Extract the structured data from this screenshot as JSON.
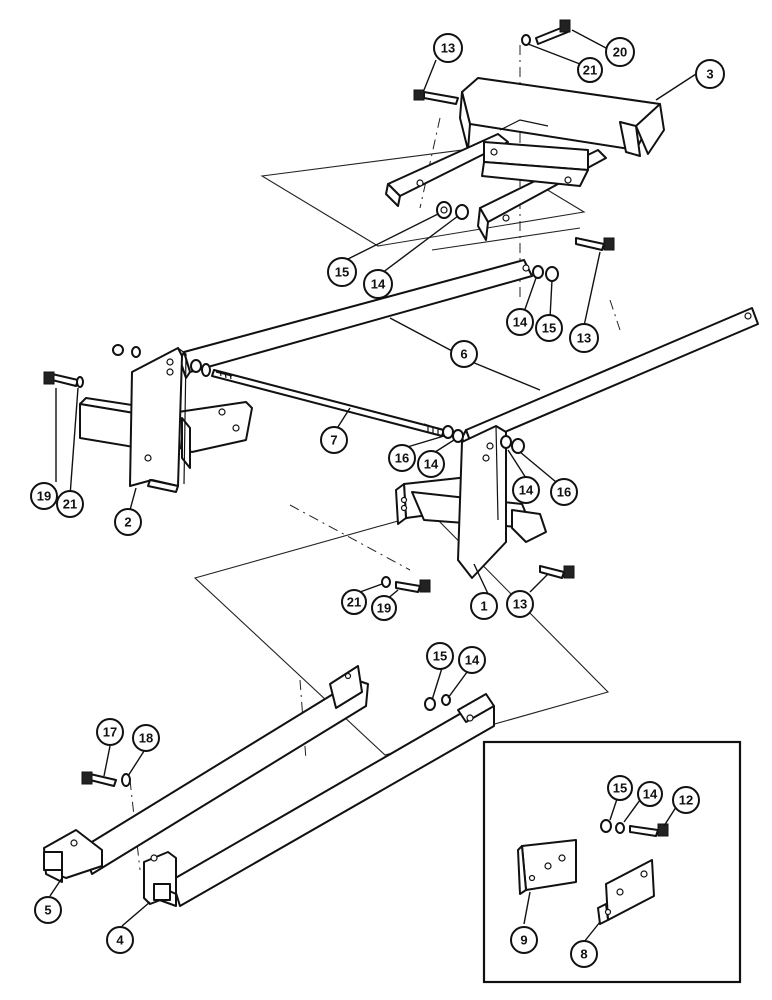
{
  "callouts": [
    {
      "label": "1"
    },
    {
      "label": "2"
    },
    {
      "label": "3"
    },
    {
      "label": "4"
    },
    {
      "label": "5"
    },
    {
      "label": "6"
    },
    {
      "label": "7"
    },
    {
      "label": "8"
    },
    {
      "label": "9"
    },
    {
      "label": "12"
    },
    {
      "label": "13"
    },
    {
      "label": "13"
    },
    {
      "label": "13"
    },
    {
      "label": "14"
    },
    {
      "label": "14"
    },
    {
      "label": "14"
    },
    {
      "label": "14"
    },
    {
      "label": "14"
    },
    {
      "label": "14"
    },
    {
      "label": "15"
    },
    {
      "label": "15"
    },
    {
      "label": "15"
    },
    {
      "label": "15"
    },
    {
      "label": "16"
    },
    {
      "label": "16"
    },
    {
      "label": "17"
    },
    {
      "label": "18"
    },
    {
      "label": "19"
    },
    {
      "label": "19"
    },
    {
      "label": "20"
    },
    {
      "label": "21"
    },
    {
      "label": "21"
    },
    {
      "label": "21"
    }
  ]
}
